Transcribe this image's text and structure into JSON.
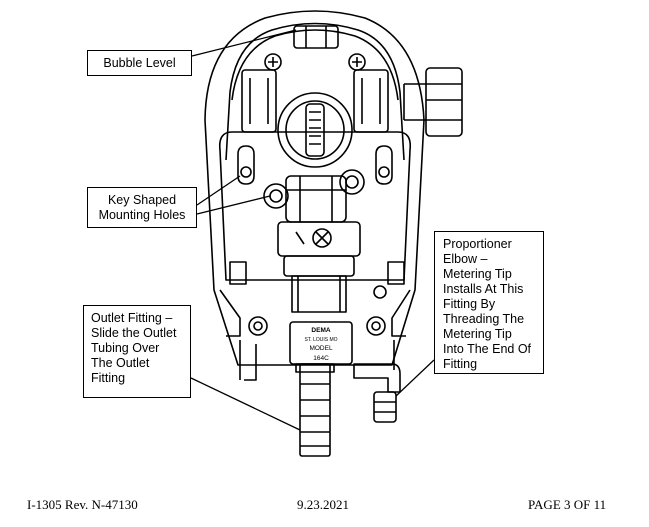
{
  "callouts": {
    "bubble_level": [
      "Bubble Level"
    ],
    "key_holes": [
      "Key Shaped",
      "Mounting Holes"
    ],
    "outlet_fitting": [
      "Outlet Fitting –",
      "Slide the Outlet",
      "Tubing Over",
      "The Outlet",
      "Fitting"
    ],
    "proportioner": [
      "Proportioner",
      "Elbow –",
      "Metering Tip",
      "Installs At This",
      "Fitting By",
      "Threading The",
      "Metering Tip",
      "Into The End Of",
      "Fitting"
    ]
  },
  "label_plate": {
    "brand": "DEMA",
    "location": "ST. LOUIS MO",
    "model_label": "MODEL",
    "model_number": "164C"
  },
  "footer": {
    "doc_id": "I-1305   Rev. N-47130",
    "date": "9.23.2021",
    "page": "PAGE 3 OF 11"
  }
}
